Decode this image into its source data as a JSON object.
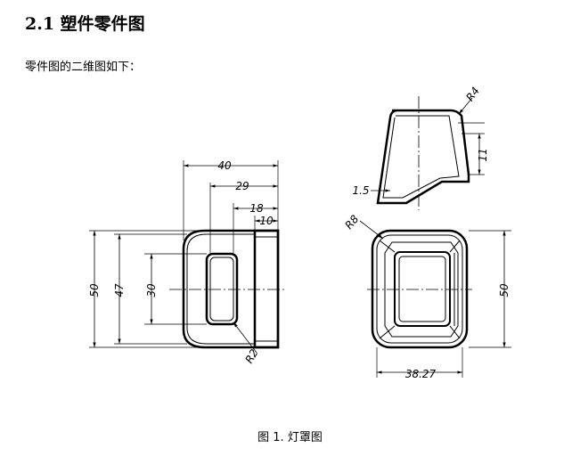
{
  "section_heading": "2.1 塑件零件图",
  "intro_text": "零件图的二维图如下：",
  "figure_caption": "图 1. 灯罩图",
  "dimensions": {
    "d40": "40",
    "d29": "29",
    "d18": "18",
    "d10": "10",
    "d50_left": "50",
    "d47": "47",
    "d30": "30",
    "r2": "R2",
    "r4": "R4",
    "d11": "11",
    "d1_5": "1.5",
    "r8": "R8",
    "d50_right": "50",
    "d38_27": "38.27"
  }
}
